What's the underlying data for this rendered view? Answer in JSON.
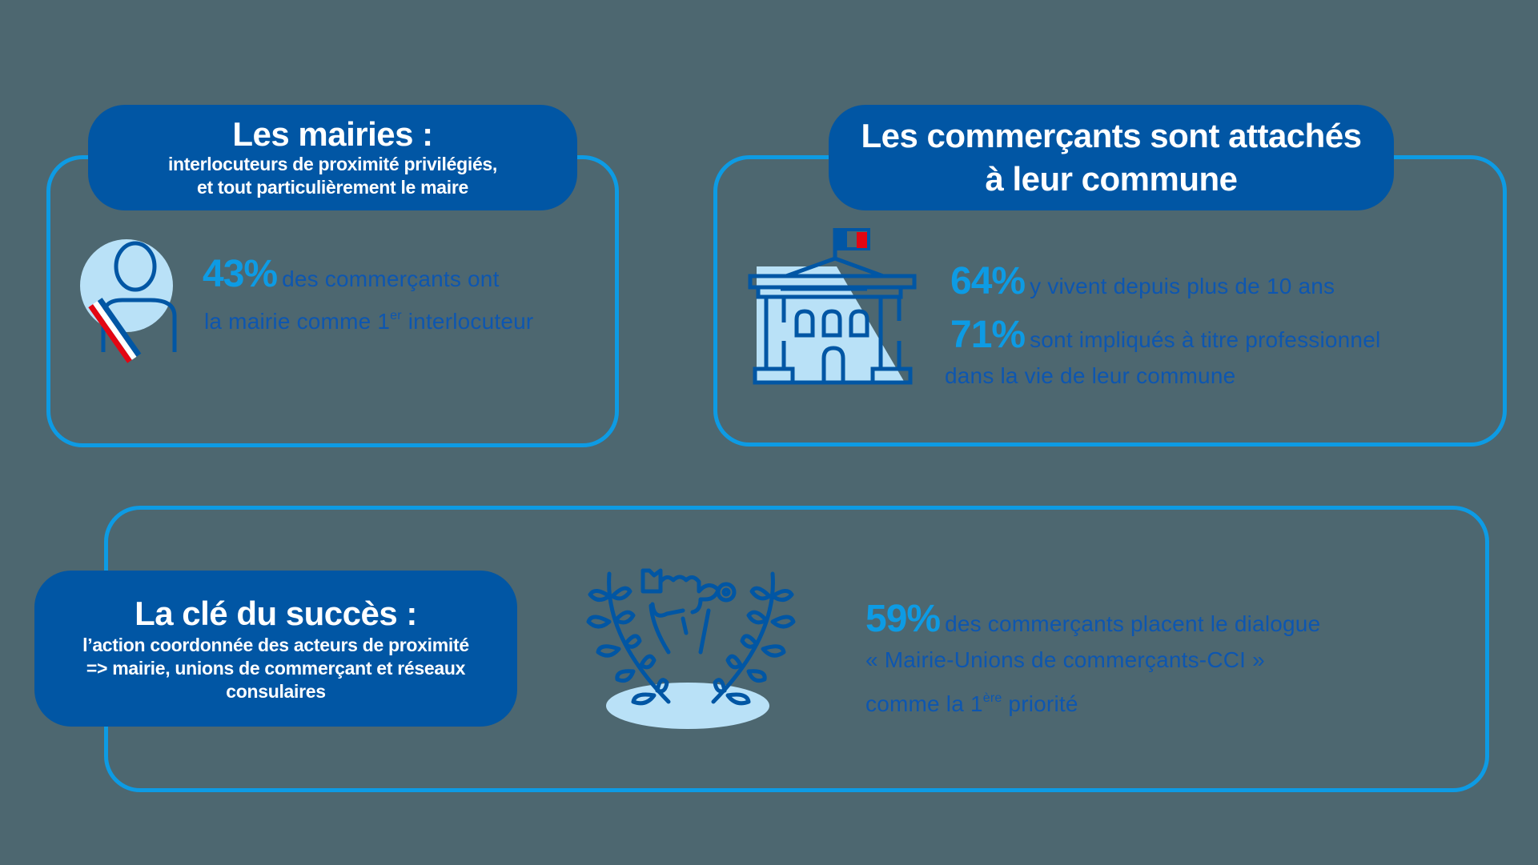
{
  "colors": {
    "background": "#4d6770",
    "frame_border": "#0d9be4",
    "pill_bg": "#0156a4",
    "highlight": "#0d9be4",
    "body_text": "#0d56b0",
    "icon_fill": "#b9e1f7",
    "flag_red": "#e30613"
  },
  "card_mairies": {
    "title": "Les mairies :",
    "subtitle_line1": "interlocuteurs de proximité privilégiés,",
    "subtitle_line2": "et tout particulièrement le maire",
    "icon": "mayor-sash-icon",
    "stat": {
      "value": "43%",
      "text_line1": "des commerçants ont",
      "text_line2_pre": "la mairie comme 1",
      "text_line2_sup": "er",
      "text_line2_post": " interlocuteur"
    }
  },
  "card_commune": {
    "title_line1": "Les commerçants sont attachés",
    "title_line2": "à leur commune",
    "icon": "town-hall-icon",
    "stats": [
      {
        "value": "64%",
        "text": "y vivent depuis plus de 10 ans"
      },
      {
        "value": "71%",
        "text": "sont impliqués à titre professionnel",
        "text_line2": "dans la vie de leur commune"
      }
    ]
  },
  "card_succes": {
    "title": "La clé du succès :",
    "subtitle_line1": "l’action coordonnée des acteurs de proximité",
    "subtitle_line2": "=> mairie, unions de commerçant et réseaux",
    "subtitle_line3": "consulaires",
    "icon": "fist-laurel-icon",
    "stat": {
      "value": "59%",
      "text_line1": "des commerçants placent le dialogue",
      "text_line2": "« Mairie-Unions de commerçants-CCI »",
      "text_line3_pre": "comme la 1",
      "text_line3_sup": "ère",
      "text_line3_post": " priorité"
    }
  }
}
